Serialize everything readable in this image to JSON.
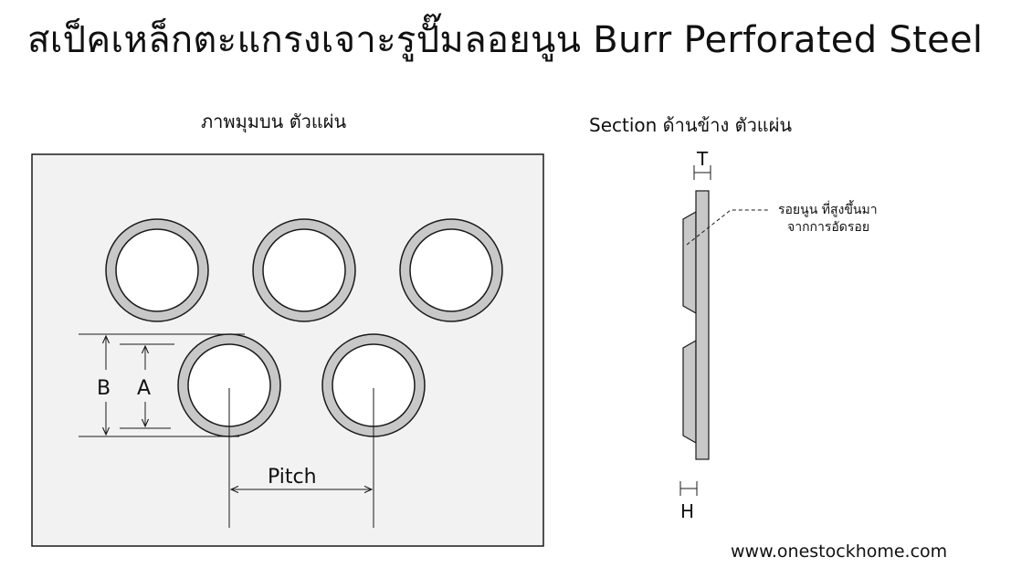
{
  "title": {
    "thai": "สเป็คเหล็กตะแกรงเจาะรูปั๊มลอยนูน",
    "english": "Burr Perforated Steel"
  },
  "captions": {
    "top_view": "ภาพมุมบน ตัวแผ่น",
    "section_view": "Section ด้านข้าง ตัวแผ่น"
  },
  "labels": {
    "outer_diameter": "B",
    "inner_diameter": "A",
    "pitch": "Pitch",
    "thickness": "T",
    "height": "H"
  },
  "annotation": {
    "line1": "รอยนูน ที่สูงขึ้นมา",
    "line2": "จากการอัดรอย"
  },
  "website": "www.onestockhome.com",
  "colors": {
    "plate": "#f2f2f2",
    "ring": "#c8c8c8",
    "stroke": "#1a1a1a"
  }
}
